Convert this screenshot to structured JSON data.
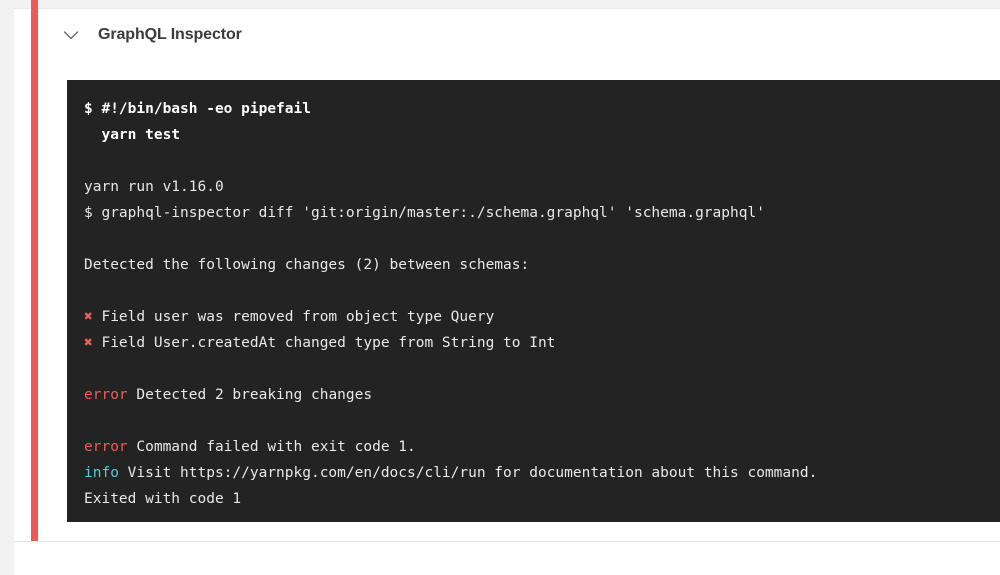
{
  "colors": {
    "page_background": "#f1f1f1",
    "card_background": "#ffffff",
    "status_rail": "#ef5b54",
    "terminal_background": "#232323",
    "terminal_text": "#e8e8e8",
    "error_red": "#f05b5b",
    "info_cyan": "#5bc8de",
    "x_mark_red": "#e8625a",
    "title_text": "#3b3b3b"
  },
  "log_block": {
    "title": "GraphQL Inspector",
    "toggle_icon": "chevron-down-icon",
    "status": "failed",
    "terminal": {
      "lines": [
        {
          "type": "command",
          "segments": [
            {
              "text": "$ #!/bin/bash -eo pipefail",
              "style": "cmd"
            }
          ]
        },
        {
          "type": "command",
          "segments": [
            {
              "text": "  yarn test",
              "style": "cmd"
            }
          ]
        },
        {
          "type": "blank",
          "segments": []
        },
        {
          "type": "output",
          "segments": [
            {
              "text": "yarn run v1.16.0",
              "style": "plain"
            }
          ]
        },
        {
          "type": "output",
          "segments": [
            {
              "text": "$ graphql-inspector diff 'git:origin/master:./schema.graphql' 'schema.graphql'",
              "style": "plain"
            }
          ]
        },
        {
          "type": "blank",
          "segments": []
        },
        {
          "type": "output",
          "segments": [
            {
              "text": "Detected the following changes (2) between schemas:",
              "style": "plain"
            }
          ]
        },
        {
          "type": "blank",
          "segments": []
        },
        {
          "type": "output",
          "segments": [
            {
              "text": "✖",
              "style": "x-mark"
            },
            {
              "text": " Field user was removed from object type Query",
              "style": "plain"
            }
          ]
        },
        {
          "type": "output",
          "segments": [
            {
              "text": "✖",
              "style": "x-mark"
            },
            {
              "text": " Field User.createdAt changed type from String to Int",
              "style": "plain"
            }
          ]
        },
        {
          "type": "blank",
          "segments": []
        },
        {
          "type": "output",
          "segments": [
            {
              "text": "error",
              "style": "sev-error"
            },
            {
              "text": " Detected 2 breaking changes",
              "style": "plain"
            }
          ]
        },
        {
          "type": "blank",
          "segments": []
        },
        {
          "type": "output",
          "segments": [
            {
              "text": "error",
              "style": "sev-error"
            },
            {
              "text": " Command failed with exit code 1.",
              "style": "plain"
            }
          ]
        },
        {
          "type": "output",
          "segments": [
            {
              "text": "info",
              "style": "sev-info"
            },
            {
              "text": " Visit https://yarnpkg.com/en/docs/cli/run for documentation about this command.",
              "style": "plain"
            }
          ]
        },
        {
          "type": "output",
          "segments": [
            {
              "text": "Exited with code 1",
              "style": "plain"
            }
          ]
        }
      ]
    }
  }
}
